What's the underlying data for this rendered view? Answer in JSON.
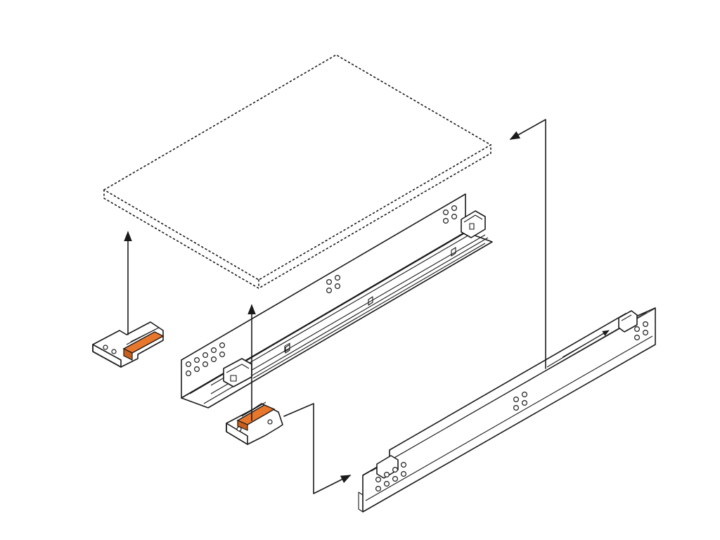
{
  "colors": {
    "background": "#ffffff",
    "line": "#1a1a1a",
    "clip_orange": "#e8772e",
    "clip_orange_dark": "#c85f1c"
  },
  "parts": [
    {
      "name": "drawer-bottom-panel",
      "style": "dotted-outline"
    },
    {
      "name": "left-runner",
      "style": "line-art"
    },
    {
      "name": "right-runner",
      "style": "line-art"
    },
    {
      "name": "left-locking-device",
      "style": "orange-clip"
    },
    {
      "name": "right-locking-device",
      "style": "orange-clip"
    }
  ],
  "arrows": [
    {
      "name": "left-clip-to-panel-arrow"
    },
    {
      "name": "right-clip-to-panel-arrow"
    },
    {
      "name": "right-clip-to-right-runner-arrow"
    },
    {
      "name": "right-runner-to-panel-arrow"
    }
  ]
}
